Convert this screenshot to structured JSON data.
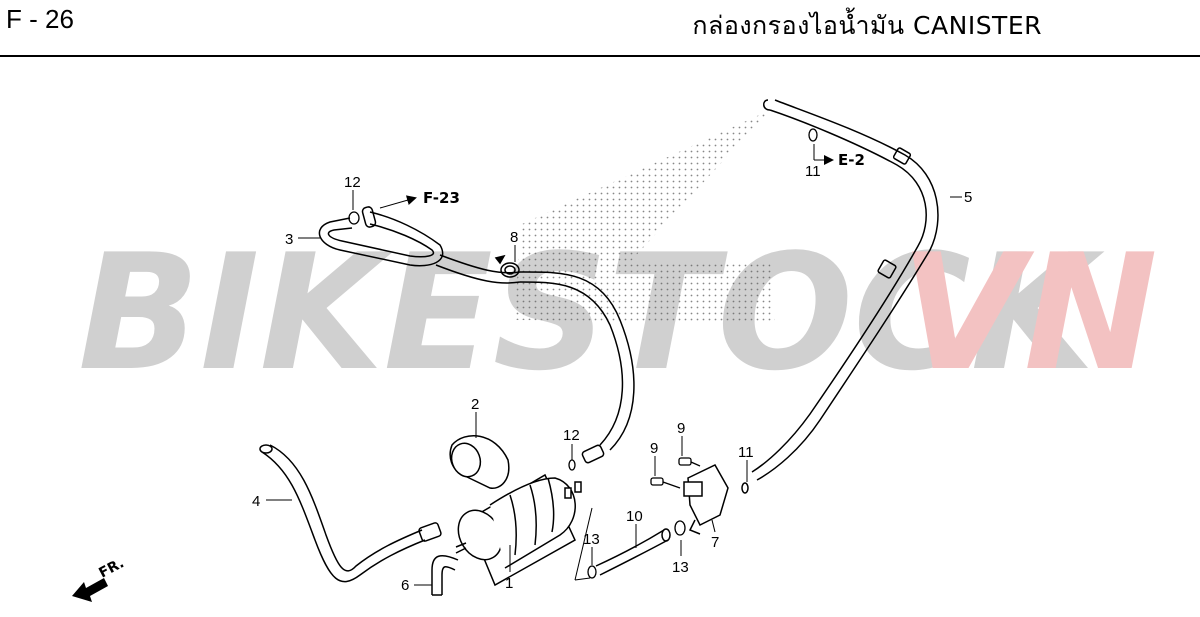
{
  "header": {
    "code": "F - 26",
    "title": "กล่องกรองไอน้ำมัน  CANISTER"
  },
  "watermark": {
    "part1": "BIKESTOCK",
    "part2": "VN",
    "color1": "#c8c8c8",
    "color2": "#f2b8b8"
  },
  "refs": {
    "f23": "F-23",
    "e2": "E-2"
  },
  "direction": {
    "label": "FR."
  },
  "callouts": {
    "c1": "1",
    "c2": "2",
    "c3": "3",
    "c4": "4",
    "c5": "5",
    "c6": "6",
    "c7": "7",
    "c8": "8",
    "c9a": "9",
    "c9b": "9",
    "c10": "10",
    "c11a": "11",
    "c11b": "11",
    "c12a": "12",
    "c12b": "12",
    "c13a": "13",
    "c13b": "13"
  }
}
